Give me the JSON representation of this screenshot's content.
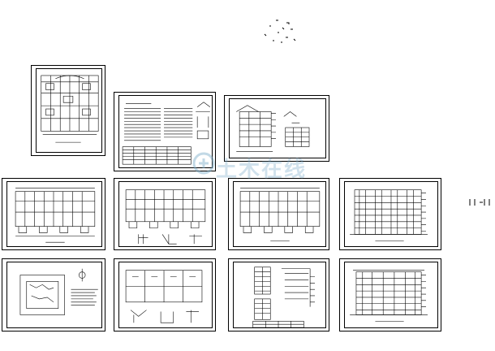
{
  "watermark": {
    "text": "土木在线",
    "color": "#7aa9c8"
  },
  "sheets": [
    {
      "id": "floor-plan-vertical",
      "row": 0,
      "col": 0,
      "kind": "plan-portrait"
    },
    {
      "id": "design-notes",
      "row": 0,
      "col": 1,
      "kind": "notes"
    },
    {
      "id": "section-schedule",
      "row": 0,
      "col": 2,
      "kind": "section"
    },
    {
      "id": "plan-a",
      "row": 1,
      "col": 0,
      "kind": "plan"
    },
    {
      "id": "plan-b",
      "row": 1,
      "col": 1,
      "kind": "plan-details"
    },
    {
      "id": "plan-c",
      "row": 1,
      "col": 2,
      "kind": "plan"
    },
    {
      "id": "elevation-front",
      "row": 1,
      "col": 3,
      "kind": "elevation"
    },
    {
      "id": "site-plan",
      "row": 2,
      "col": 0,
      "kind": "site"
    },
    {
      "id": "roof-plan",
      "row": 2,
      "col": 1,
      "kind": "roof"
    },
    {
      "id": "stair-details",
      "row": 2,
      "col": 2,
      "kind": "stairs"
    },
    {
      "id": "elevation-rear",
      "row": 2,
      "col": 3,
      "kind": "elevation"
    }
  ]
}
